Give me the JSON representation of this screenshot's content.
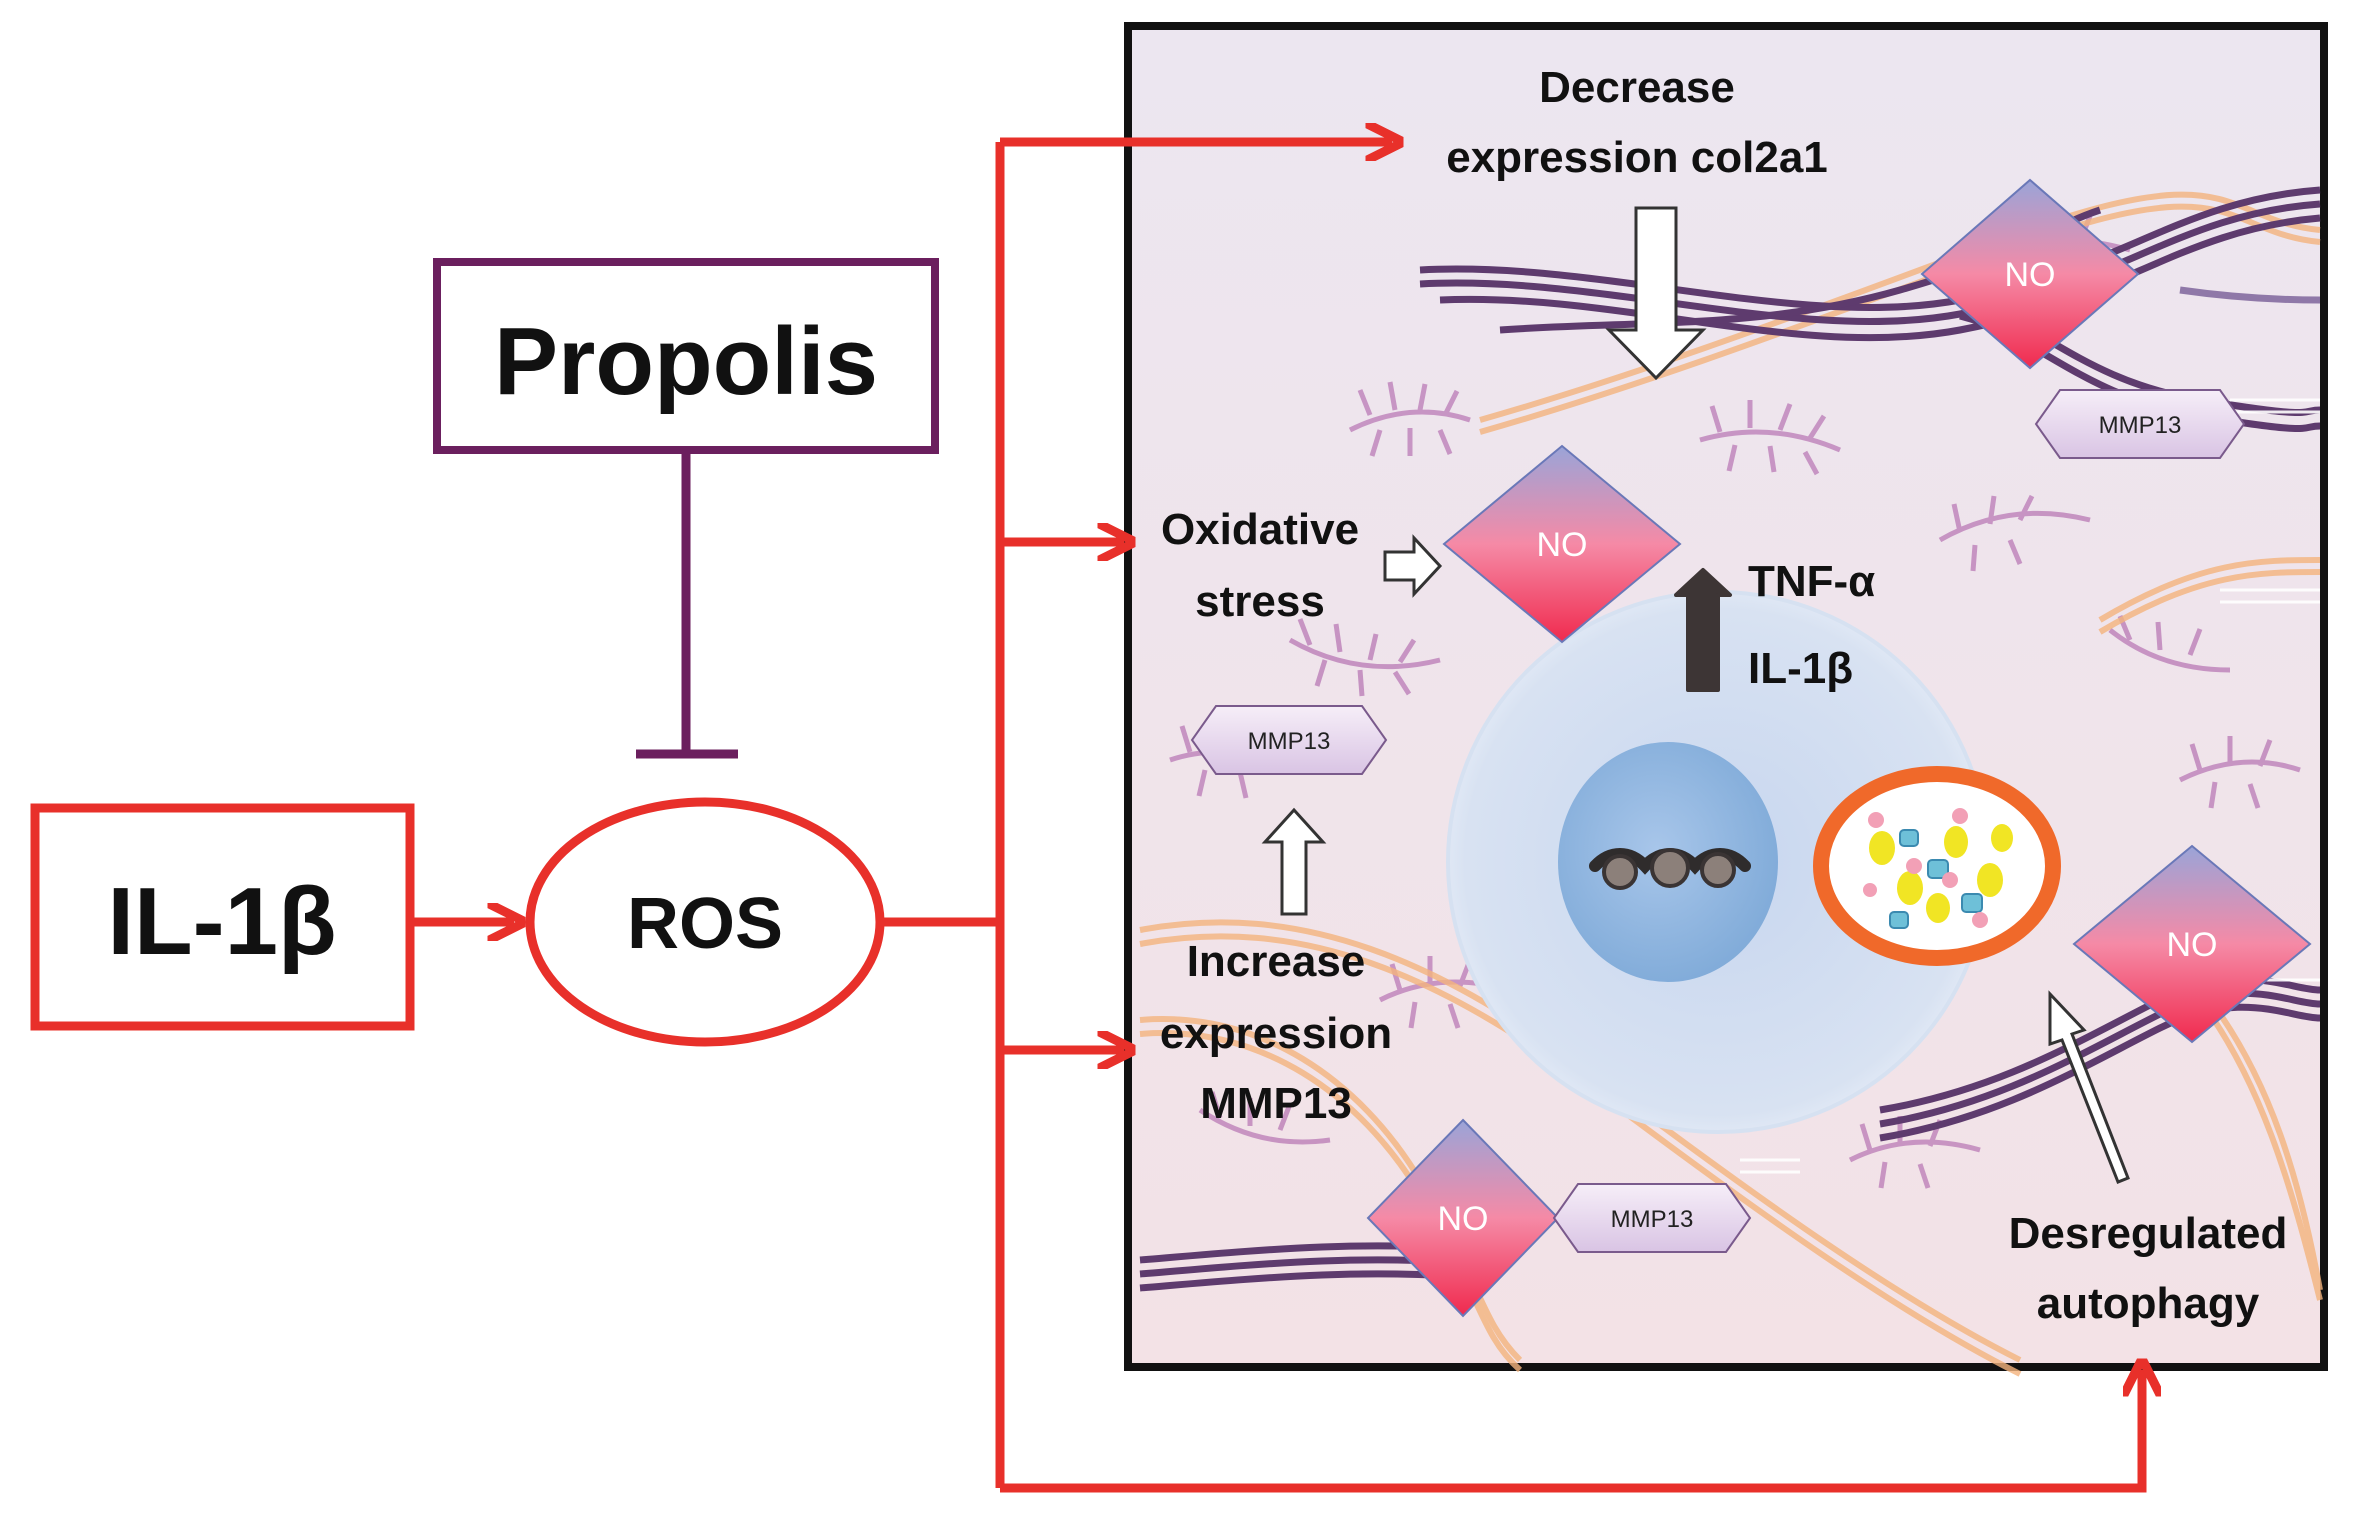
{
  "nodes": {
    "propolis": "Propolis",
    "il1b": "IL-1β",
    "ros": "ROS"
  },
  "panel": {
    "decrease_line1": "Decrease",
    "decrease_line2": "expression col2a1",
    "oxidative_line1": "Oxidative",
    "oxidative_line2": "stress",
    "tnf": "TNF-α",
    "il1b_inner": "IL-1β",
    "increase_line1": "Increase",
    "increase_line2": "expression",
    "increase_line3": "MMP13",
    "autophagy_line1": "Desregulated",
    "autophagy_line2": "autophagy",
    "no_label": "NO",
    "mmp_label": "MMP13"
  },
  "colors": {
    "activation": "#e8302a",
    "inhibition": "#6b1f5e",
    "panel_border": "#111111",
    "no_top": "#9aa4d8",
    "no_bottom": "#f23a5c"
  }
}
